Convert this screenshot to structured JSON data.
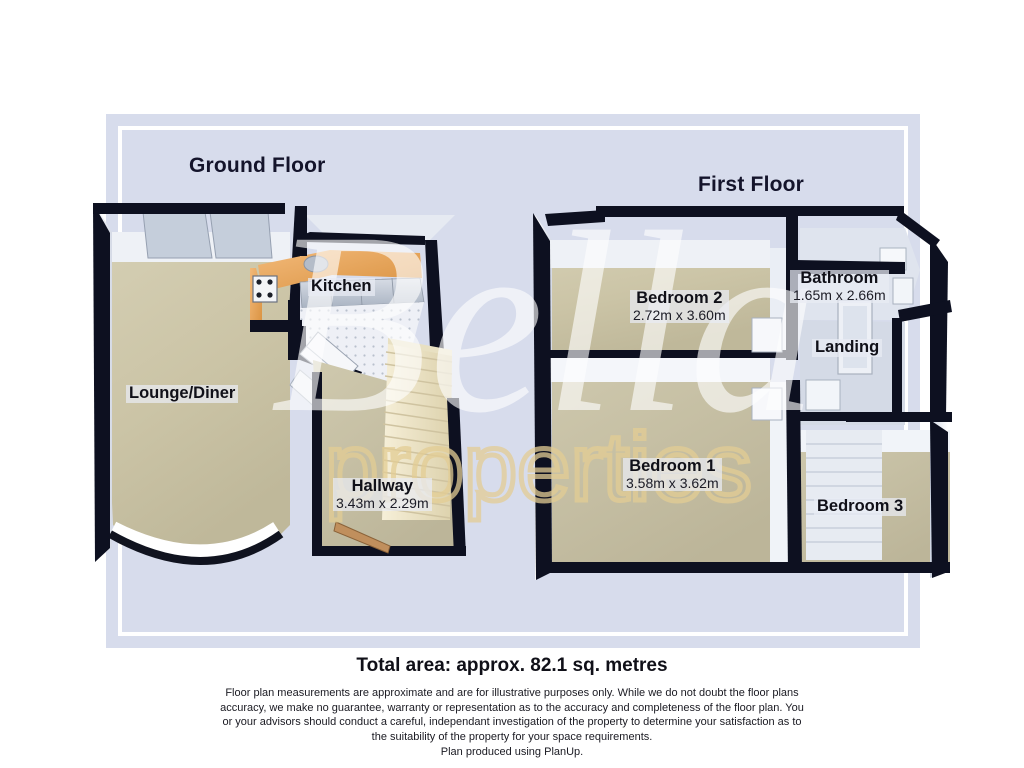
{
  "document": {
    "type": "floor-plan",
    "total_area": "Total area: approx. 82.1 sq. metres",
    "producer_line": "Plan produced using PlanUp.",
    "watermark": {
      "script": "Bella",
      "subtitle": "properties"
    }
  },
  "floors": [
    {
      "id": "ground",
      "title": "Ground Floor",
      "rooms": [
        {
          "name": "Lounge/Diner",
          "dimensions": ""
        },
        {
          "name": "Kitchen",
          "dimensions": ""
        },
        {
          "name": "Hallway",
          "dimensions": "3.43m x 2.29m"
        }
      ]
    },
    {
      "id": "first",
      "title": "First Floor",
      "rooms": [
        {
          "name": "Bedroom 2",
          "dimensions": "2.72m x 3.60m"
        },
        {
          "name": "Bathroom",
          "dimensions": "1.65m x 2.66m"
        },
        {
          "name": "Landing",
          "dimensions": ""
        },
        {
          "name": "Bedroom 1",
          "dimensions": "3.58m x 3.62m"
        },
        {
          "name": "Bedroom 3",
          "dimensions": ""
        }
      ]
    }
  ],
  "disclaimer": {
    "line1": "Floor plan measurements are approximate and are for illustrative purposes only. While we do not doubt the floor plans",
    "line2": "accuracy, we make no guarantee, warranty or representation as to the accuracy and completeness of the floor plan. You",
    "line3": "or your advisors should conduct a careful, independant investigation of the property to determine your satisfaction as to",
    "line4": "the suitability of the property for your space requirements.",
    "line5": "Plan produced using PlanUp."
  },
  "colors": {
    "panel_background": "#d7dcec",
    "panel_border": "#ffffff",
    "wall": "#10131f",
    "carpet": "#cdc6aa",
    "wall_face_light": "#f2f4f8",
    "wall_face_shade": "#c9d0df",
    "kitchen_worktop": "#e8a463",
    "kitchen_floor": "#e9ecf2",
    "stairs": "#efe7cb",
    "text": "#101018",
    "watermark_script": "#ffffff",
    "watermark_sub": "#e8d39a"
  }
}
